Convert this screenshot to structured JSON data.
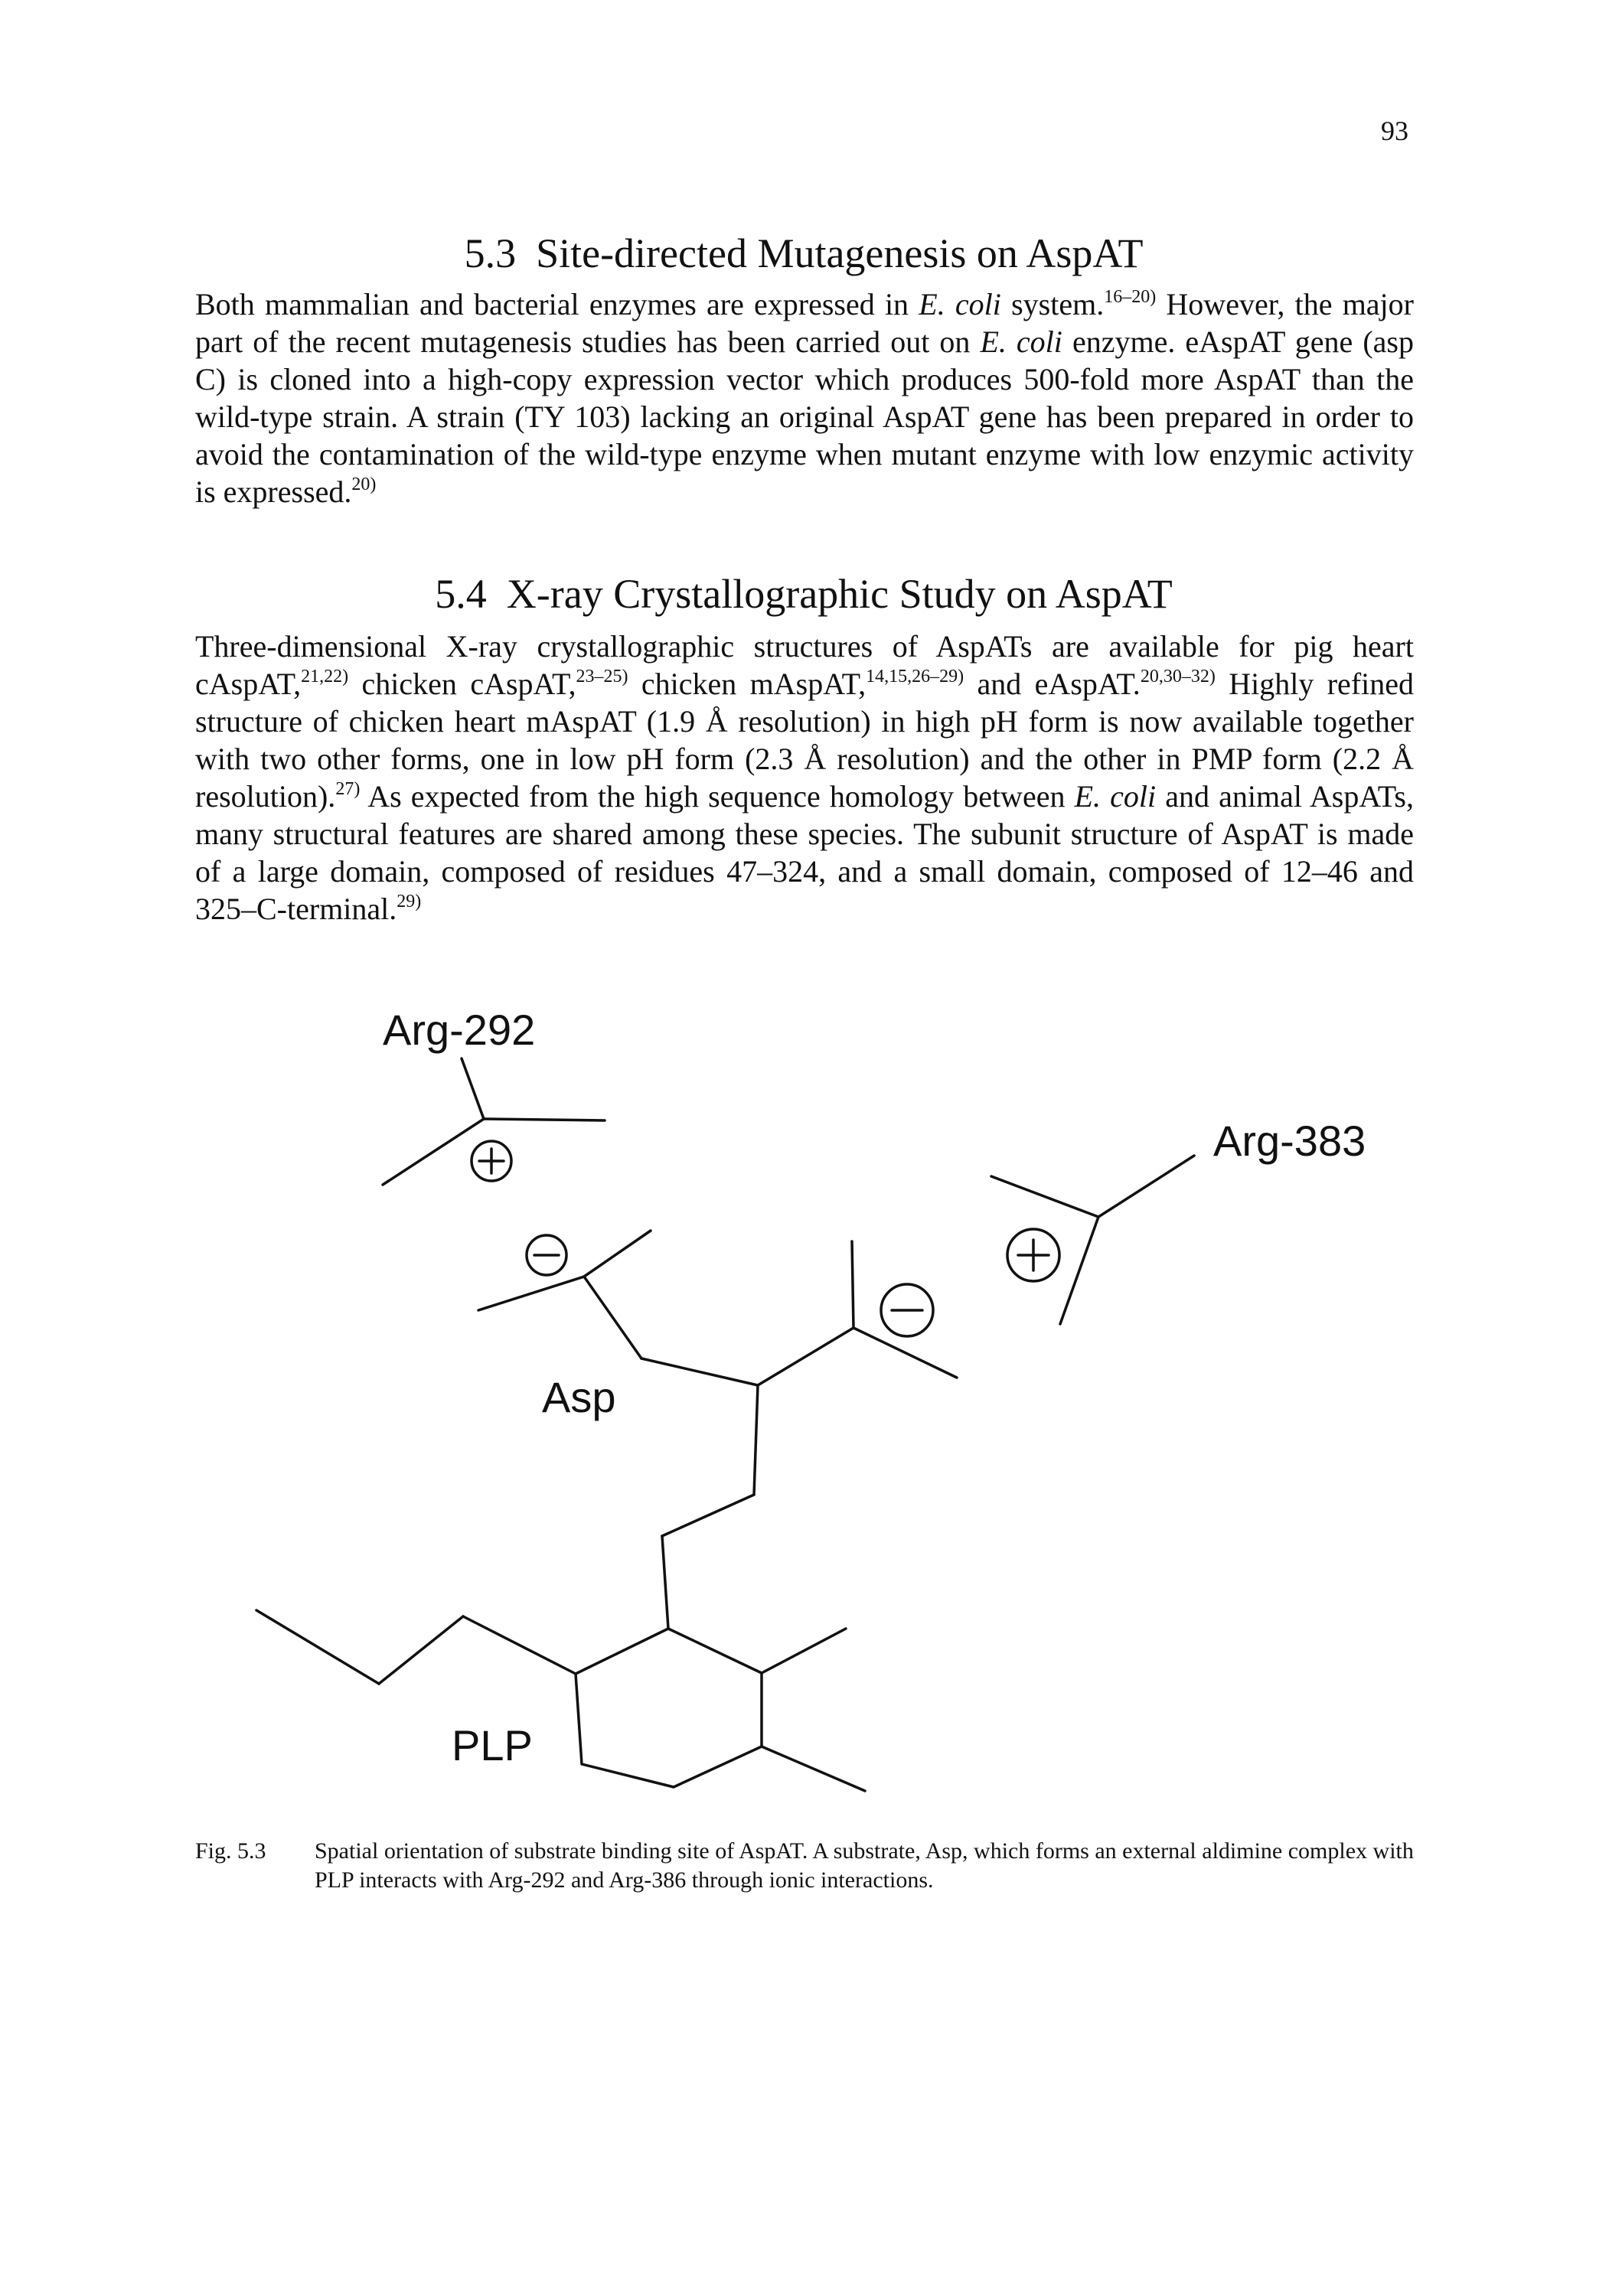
{
  "page_number": "93",
  "section_5_3": {
    "number": "5.3",
    "title": "Site-directed Mutagenesis on AspAT",
    "p1": "Both mammalian and bacterial enzymes are expressed in ",
    "ecoli": "E. coli",
    "p2": " system.",
    "ref1": "16–20)",
    "p3": " However, the major part of the recent mutagenesis studies has been carried out on ",
    "p4": " enzyme. eAspAT gene (asp C) is cloned into a high-copy expression vector which produces 500-fold more AspAT than the wild-type strain.  A strain (TY 103) lacking an original AspAT gene has been prepared in order to avoid the contamination of the wild-type enzyme when mutant enzyme with low enzymic activity is expressed.",
    "ref2": "20)"
  },
  "section_5_4": {
    "number": "5.4",
    "title": "X-ray Crystallographic Study on AspAT",
    "p1": "Three-dimensional X-ray crystallographic structures of AspATs are available for pig heart cAspAT,",
    "ref1": "21,22)",
    "p2": " chicken cAspAT,",
    "ref2": "23–25)",
    "p3": " chicken mAspAT,",
    "ref3": "14,15,26–29)",
    "p4": " and eAspAT.",
    "ref4": "20,30–32)",
    "p5": " Highly refined structure of chicken heart mAspAT (1.9 Å resolution) in high pH form is now available together with two other forms, one in low pH form (2.3 Å resolution) and the other in PMP form (2.2 Å resolution).",
    "ref5": "27)",
    "p6": "  As expected from the high sequence homology between ",
    "ecoli": "E. coli",
    "p7": " and animal AspATs, many structural features are shared among these species.  The subunit structure of AspAT is made of a large domain, composed of residues 47–324, and a small domain, composed of 12–46 and 325–C-terminal.",
    "ref6": "29)"
  },
  "figure": {
    "labels": {
      "arg292": "Arg-292",
      "arg383": "Arg-383",
      "asp": "Asp",
      "plp": "PLP"
    },
    "caption_label": "Fig.  5.3",
    "caption_text": "Spatial orientation of substrate binding site of AspAT.  A substrate, Asp, which forms an external aldimine complex with PLP interacts with Arg-292 and Arg-386 through ionic interactions."
  }
}
